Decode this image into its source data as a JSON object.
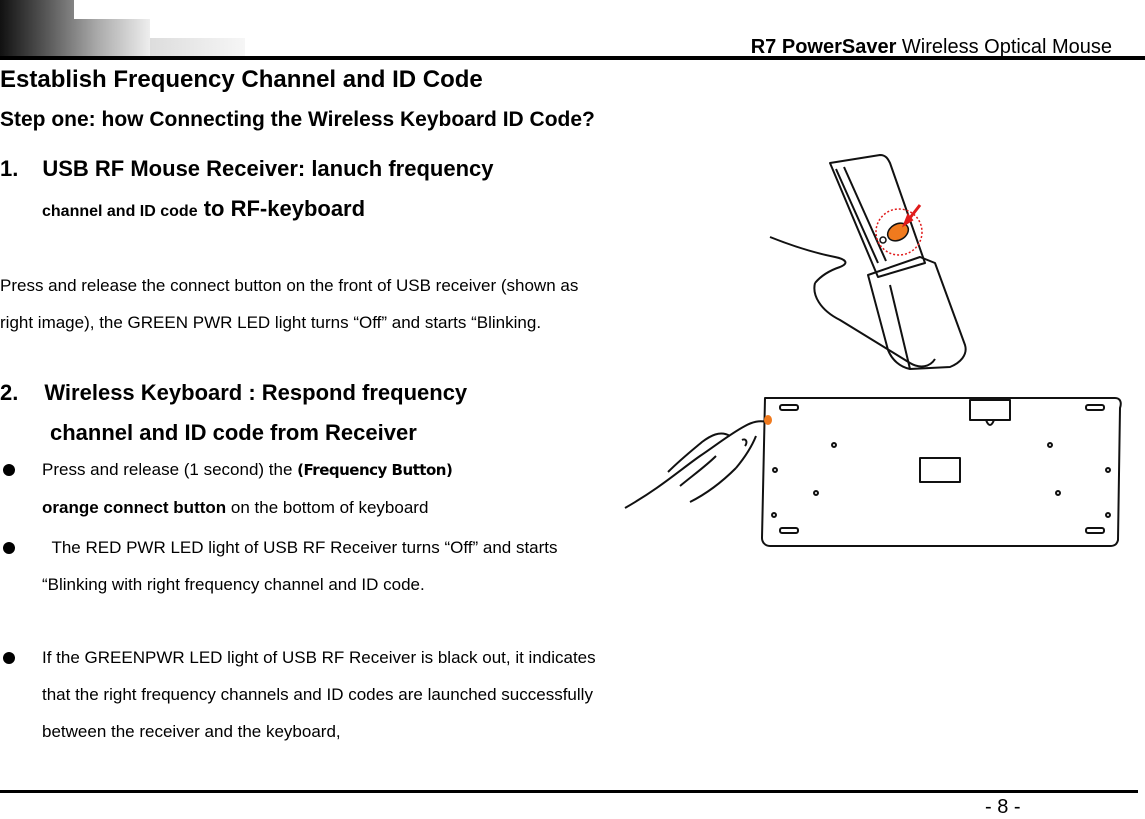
{
  "header": {
    "title_bold": "R7 PowerSaver",
    "title_rest": " Wireless Optical Mouse"
  },
  "heading": "Establish Frequency Channel and ID Code",
  "subheading": "Step one: how Connecting the Wireless Keyboard ID Code?",
  "section1": {
    "number": "1.",
    "title_line1": "USB RF Mouse Receiver: lanuch frequency",
    "title_line2_small": "channel and ID code",
    "title_line2_large": " to RF-keyboard",
    "paragraph": "Press and release the connect button on the front of USB receiver (shown as right image), the GREEN PWR LED light turns “Off” and starts “Blinking."
  },
  "section2": {
    "number": "2.",
    "title_line1": "Wireless Keyboard : Respond frequency",
    "title_line2": "channel and ID code from Receiver",
    "bullet1_pre": "Press and release (1 second) the ",
    "bullet1_narrow": "(Frequency Button)",
    "bullet1_bold": "orange connect button",
    "bullet1_post": " on the bottom of keyboard",
    "bullet2": "  The RED PWR LED light of USB RF Receiver turns “Off” and starts “Blinking with right frequency channel and ID code.",
    "bullet3": "If the GREENPWR LED light of USB RF Receiver is black out, it indicates that the right frequency channels and ID codes are launched successfully between the receiver and the keyboard,"
  },
  "footer": {
    "page_number": "- 8 -"
  },
  "colors": {
    "connect_button": "#f07a1e",
    "arrow": "#e01a1a"
  }
}
